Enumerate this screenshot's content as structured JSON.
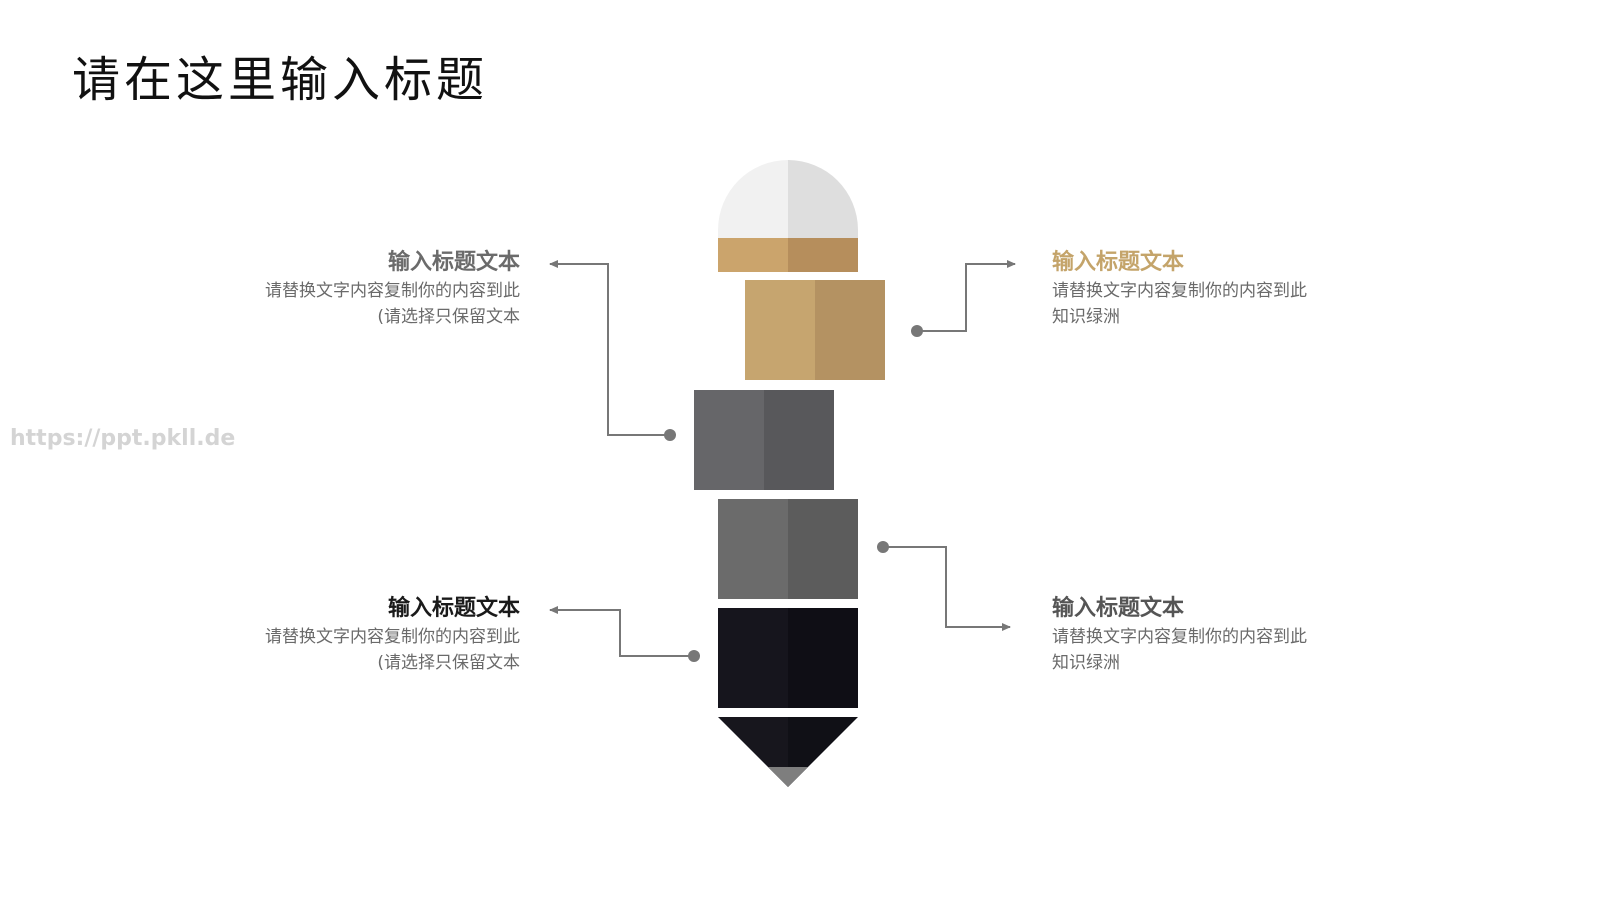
{
  "page": {
    "title": "请在这里输入标题",
    "watermark": "https://ppt.pkll.de"
  },
  "callouts": {
    "top_left": {
      "title": "输入标题文本",
      "line1": "请替换文字内容复制你的内容到此",
      "line2": "(请选择只保留文本",
      "title_color": "#6b6b6b"
    },
    "top_right": {
      "title": "输入标题文本",
      "line1": "请替换文字内容复制你的内容到此",
      "line2": "知识绿洲",
      "title_color": "#c4a46a"
    },
    "bottom_left": {
      "title": "输入标题文本",
      "line1": "请替换文字内容复制你的内容到此",
      "line2": "(请选择只保留文本",
      "title_color": "#1a1a1a"
    },
    "bottom_right": {
      "title": "输入标题文本",
      "line1": "请替换文字内容复制你的内容到此",
      "line2": "知识绿洲",
      "title_color": "#555555"
    }
  },
  "colors": {
    "eraser_light": "#f1f1f1",
    "eraser_shade": "#dedede",
    "ferrule_light": "#cba46c",
    "ferrule_dark": "#b68e5c",
    "gold_light": "#c6a56f",
    "gold_dark": "#b49262",
    "gray1_light": "#666669",
    "gray1_dark": "#58585b",
    "gray2_light": "#6b6b6b",
    "gray2_dark": "#5c5c5c",
    "black_light": "#16151d",
    "black_dark": "#0f0e15",
    "tip_light": "#17161d",
    "tip_dark": "#101016",
    "lead": "#7e7e7e",
    "connector": "#777777"
  }
}
